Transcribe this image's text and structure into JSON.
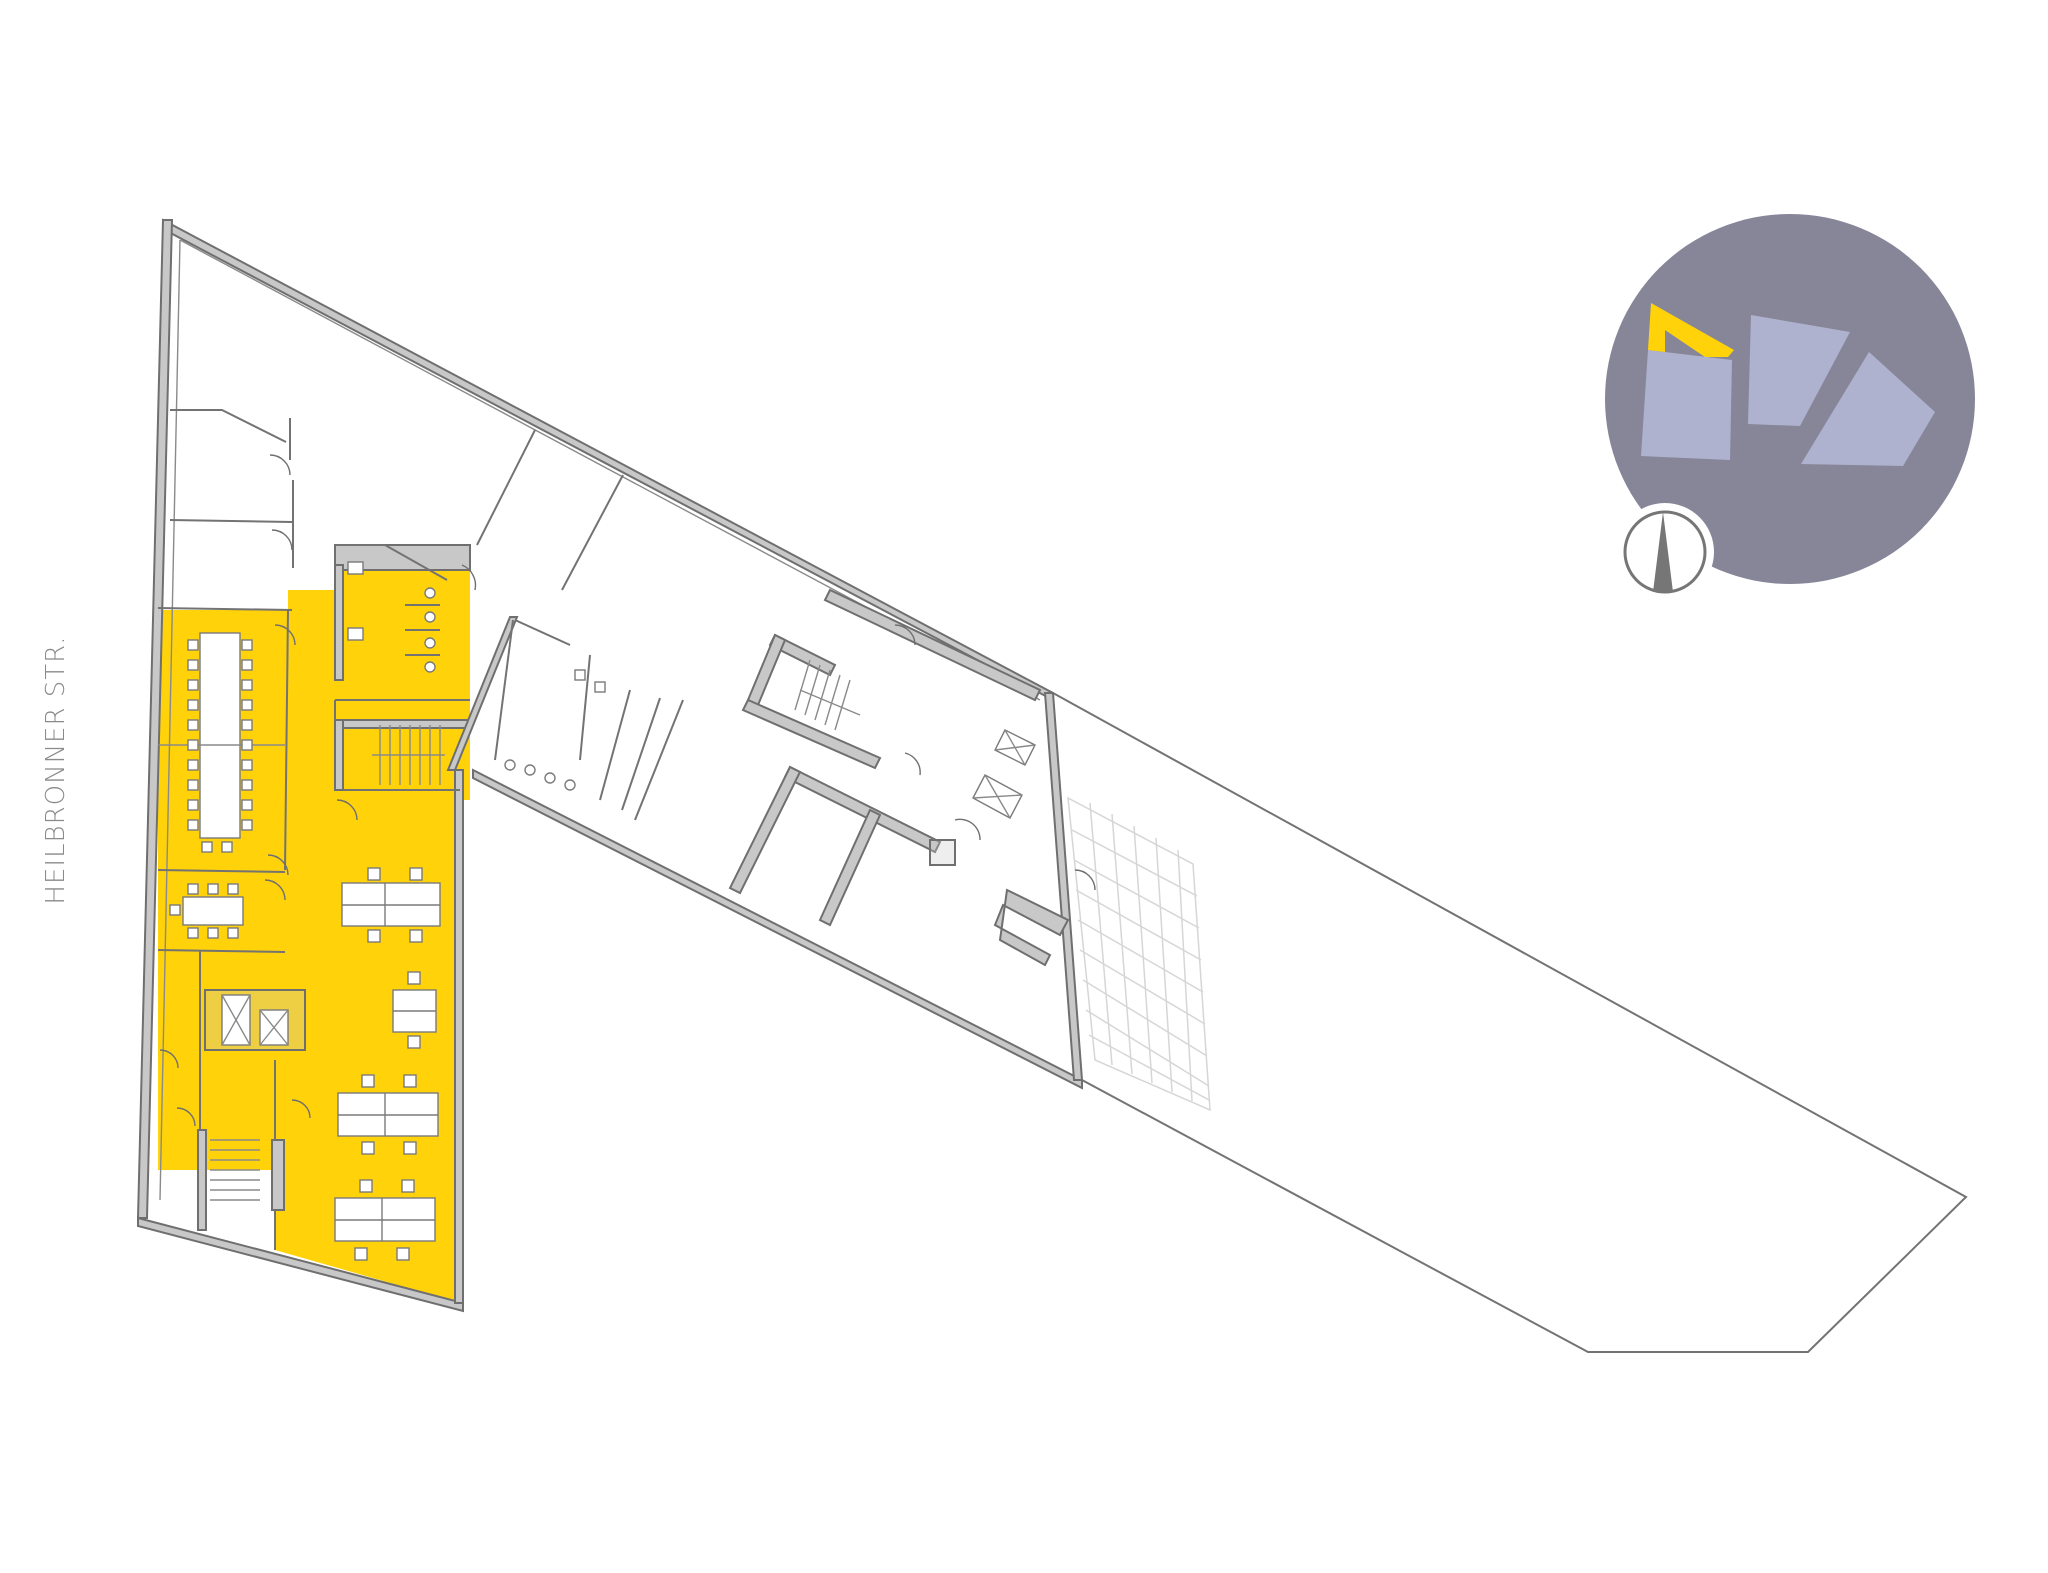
{
  "street": {
    "label": "HEILBRONNER STR."
  },
  "colors": {
    "highlight": "#ffd20a",
    "wall": "#c8c8c8",
    "wall_outline": "#6f6f6f",
    "keyplan_circle": "#878699",
    "keyplan_blocks": "#aeb2cf",
    "terrace_grid": "#d6d6d6"
  },
  "keyplan": {
    "highlighted_block": "left-building-north-edge",
    "blocks": [
      "left-building",
      "middle-building",
      "right-building"
    ]
  },
  "compass": {
    "direction": "north-arrow"
  },
  "floor_plan": {
    "highlighted_area": "western office wing",
    "rooms": [
      "conference-large",
      "conference-small",
      "open-office",
      "restrooms",
      "stairwell",
      "elevators"
    ]
  }
}
